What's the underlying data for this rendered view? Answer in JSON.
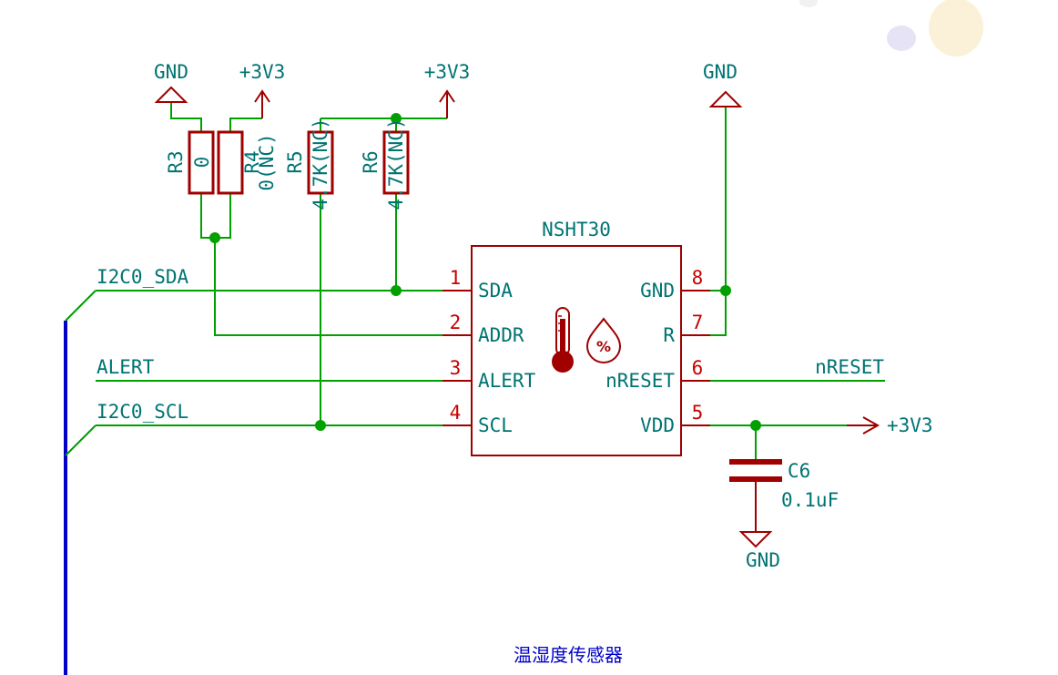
{
  "sheet_title": "温湿度传感器",
  "ic": {
    "name": "NSHT30",
    "left_pins": [
      {
        "num": "1",
        "name": "SDA"
      },
      {
        "num": "2",
        "name": "ADDR"
      },
      {
        "num": "3",
        "name": "ALERT"
      },
      {
        "num": "4",
        "name": "SCL"
      }
    ],
    "right_pins": [
      {
        "num": "8",
        "name": "GND"
      },
      {
        "num": "7",
        "name": "R"
      },
      {
        "num": "6",
        "name": "nRESET"
      },
      {
        "num": "5",
        "name": "VDD"
      }
    ],
    "percent_symbol": "%"
  },
  "resistors": [
    {
      "ref": "R3",
      "value": "0"
    },
    {
      "ref": "R4",
      "value": "0(NC)"
    },
    {
      "ref": "R5",
      "value": "4.7K(NC)"
    },
    {
      "ref": "R6",
      "value": "4.7K(NC)"
    }
  ],
  "capacitor": {
    "ref": "C6",
    "value": "0.1uF"
  },
  "power": {
    "gnd_r3": "GND",
    "v_r4": "+3V3",
    "v_r56": "+3V3",
    "gnd_right": "GND",
    "v_vdd": "+3V3",
    "gnd_cap": "GND"
  },
  "net_labels": {
    "sda": "I2C0_SDA",
    "alert": "ALERT",
    "scl": "I2C0_SCL",
    "nreset": "nRESET"
  }
}
